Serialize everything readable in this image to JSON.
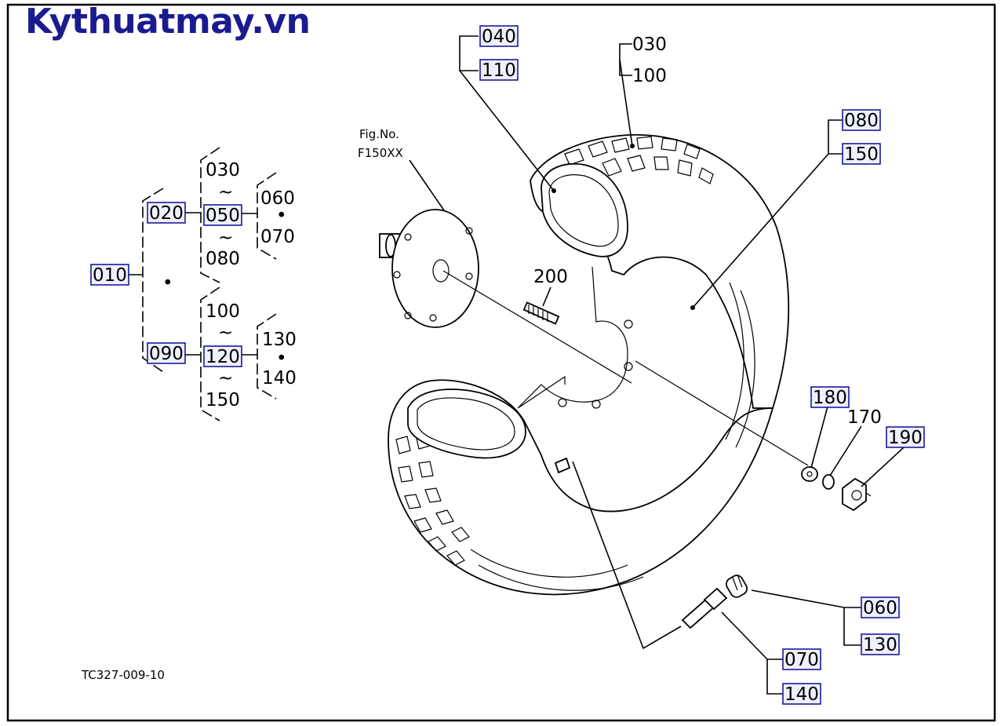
{
  "brand": "Kythuatmay.vn",
  "drawing_code": "TC327-009-10",
  "figure_ref": {
    "label": "Fig.No.",
    "number": "F150XX"
  },
  "tree": {
    "root": "010",
    "dot": "•",
    "tilde": "~",
    "upper": {
      "group": "020",
      "range_start": "030",
      "range_mid": "050",
      "range_end": "080",
      "sub_a": "060",
      "sub_b": "070"
    },
    "lower": {
      "group": "090",
      "range_start": "100",
      "range_mid": "120",
      "range_end": "150",
      "sub_a": "130",
      "sub_b": "140"
    }
  },
  "callouts": {
    "tube_a": "040",
    "tube_b": "110",
    "tire_a": "030",
    "tire_b": "100",
    "rim_a": "080",
    "rim_b": "150",
    "bolt": "200",
    "washer": "180",
    "lockwasher": "170",
    "nut": "190",
    "cap_a": "060",
    "cap_b": "130",
    "valve_a": "070",
    "valve_b": "140"
  },
  "colors": {
    "brand": "#1b1b8f",
    "label_box": "#eef0fb",
    "label_border": "#1a1aa0"
  }
}
